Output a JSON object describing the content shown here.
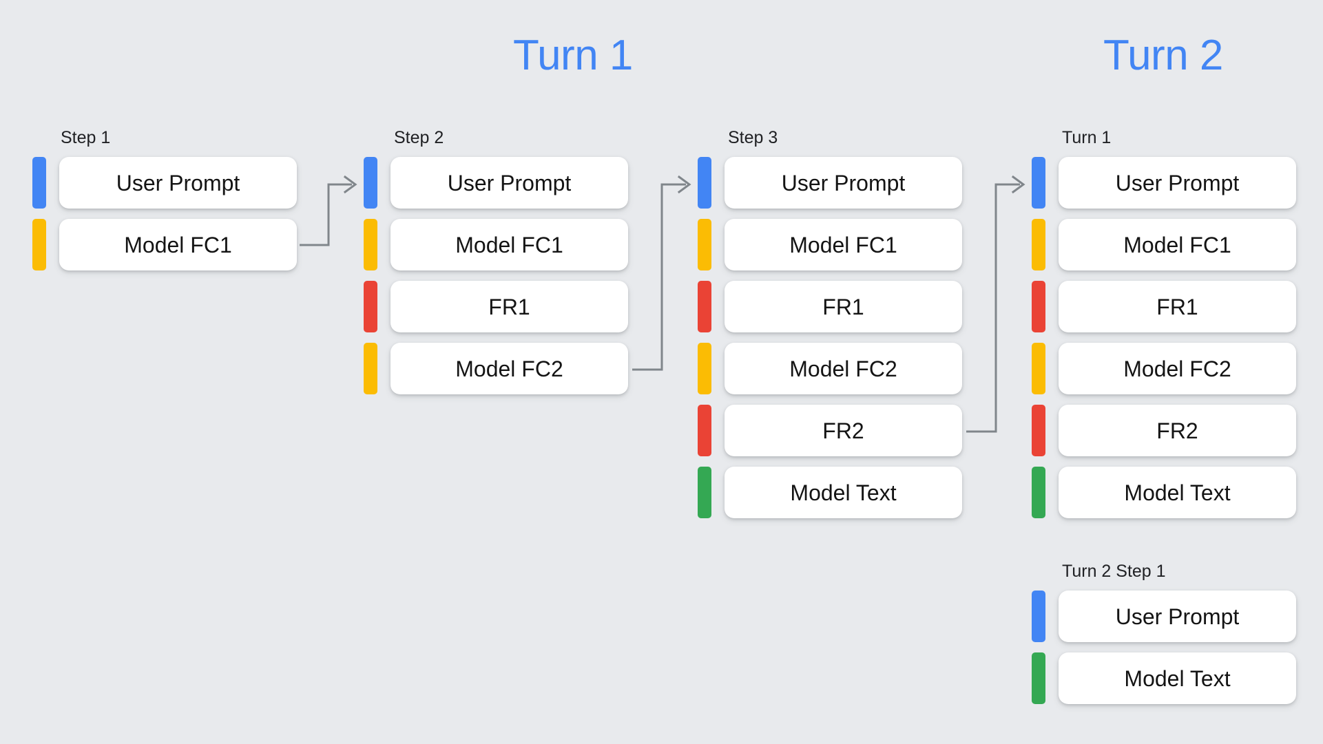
{
  "background_color": "#E8EAED",
  "palette": {
    "blue": "#4285F4",
    "yellow": "#FBBC04",
    "red": "#EA4335",
    "green": "#34A853",
    "connector": "#80868B",
    "card": "#FFFFFF",
    "text": "#141414"
  },
  "titles": [
    {
      "label": "Turn 1",
      "color": "#4285F4"
    },
    {
      "label": "Turn 2",
      "color": "#4285F4"
    }
  ],
  "columns": [
    {
      "heading": "Step 1",
      "rows": [
        {
          "label": "User Prompt",
          "color": "#4285F4",
          "role": "user-prompt"
        },
        {
          "label": "Model FC1",
          "color": "#FBBC04",
          "role": "model-function-call"
        }
      ]
    },
    {
      "heading": "Step 2",
      "rows": [
        {
          "label": "User Prompt",
          "color": "#4285F4",
          "role": "user-prompt"
        },
        {
          "label": "Model FC1",
          "color": "#FBBC04",
          "role": "model-function-call"
        },
        {
          "label": "FR1",
          "color": "#EA4335",
          "role": "function-response"
        },
        {
          "label": "Model FC2",
          "color": "#FBBC04",
          "role": "model-function-call"
        }
      ]
    },
    {
      "heading": "Step 3",
      "rows": [
        {
          "label": "User Prompt",
          "color": "#4285F4",
          "role": "user-prompt"
        },
        {
          "label": "Model FC1",
          "color": "#FBBC04",
          "role": "model-function-call"
        },
        {
          "label": "FR1",
          "color": "#EA4335",
          "role": "function-response"
        },
        {
          "label": "Model FC2",
          "color": "#FBBC04",
          "role": "model-function-call"
        },
        {
          "label": "FR2",
          "color": "#EA4335",
          "role": "function-response"
        },
        {
          "label": "Model Text",
          "color": "#34A853",
          "role": "model-text"
        }
      ]
    },
    {
      "heading": "Turn 1",
      "rows": [
        {
          "label": "User Prompt",
          "color": "#4285F4",
          "role": "user-prompt"
        },
        {
          "label": "Model FC1",
          "color": "#FBBC04",
          "role": "model-function-call"
        },
        {
          "label": "FR1",
          "color": "#EA4335",
          "role": "function-response"
        },
        {
          "label": "Model FC2",
          "color": "#FBBC04",
          "role": "model-function-call"
        },
        {
          "label": "FR2",
          "color": "#EA4335",
          "role": "function-response"
        },
        {
          "label": "Model Text",
          "color": "#34A853",
          "role": "model-text"
        }
      ]
    },
    {
      "heading": "Turn 2 Step 1",
      "rows": [
        {
          "label": "User Prompt",
          "color": "#4285F4",
          "role": "user-prompt"
        },
        {
          "label": "Model Text",
          "color": "#34A853",
          "role": "model-text"
        }
      ]
    }
  ],
  "connectors": [
    {
      "name": "step1-to-step2",
      "from_row": "Model FC1",
      "to_row": "User Prompt"
    },
    {
      "name": "step2-to-step3",
      "from_row": "Model FC2",
      "to_row": "User Prompt"
    },
    {
      "name": "step3-to-turn1",
      "from_row": "FR2",
      "to_row": "User Prompt"
    }
  ]
}
